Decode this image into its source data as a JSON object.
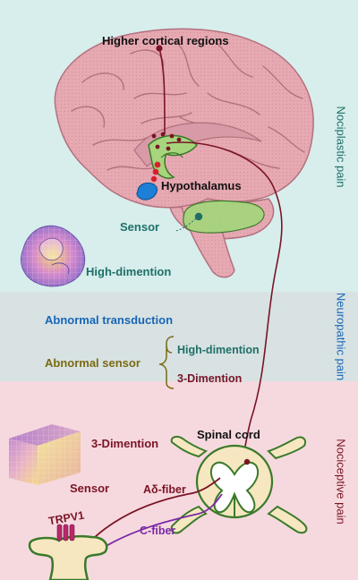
{
  "colors": {
    "top_band": "#d7eeec",
    "mid_band": "#d8e2e3",
    "bottom_band": "#f6d9df",
    "brain": "#e6a9b2",
    "brain_dark": "#b4707e",
    "pathway": "#7a1425",
    "teal": "#1f6f68",
    "blue": "#1766b8",
    "olive": "#7a6a13",
    "maroon": "#7a1425",
    "purple": "#7a2aa4",
    "green_fill": "#a6d57e",
    "cord": "#f6e7c1"
  },
  "sections": {
    "nociplastic": "Nociplastic pain",
    "neuropathic": "Neuropathic pain",
    "nociceptive": "Nociceptive pain"
  },
  "brain": {
    "cortex_label": "Higher cortical regions",
    "hypothalamus_label": "Hypothalamus",
    "sensor_label": "Sensor",
    "high_dim_label": "High-dimention"
  },
  "neuropathic": {
    "transduction": "Abnormal transduction",
    "abnormal_sensor": "Abnormal sensor",
    "branch_high": "High-dimention",
    "branch_3d": "3-Dimention"
  },
  "nociceptive": {
    "dim_label": "3-Dimention",
    "sensor_label": "Sensor",
    "spinal_cord": "Spinal cord",
    "a_delta": "Aδ-fiber",
    "c_fiber": "C-fiber",
    "trpv1": "TRPV1"
  }
}
